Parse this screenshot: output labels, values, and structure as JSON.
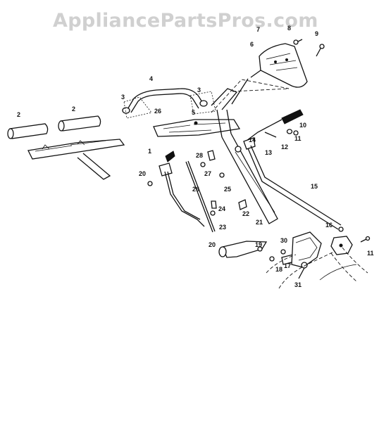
{
  "watermark": "AppliancePartsPros.com",
  "callouts": [
    {
      "id": "c2a",
      "text": "2"
    },
    {
      "id": "c2b",
      "text": "2"
    },
    {
      "id": "c3a",
      "text": "3"
    },
    {
      "id": "c3b",
      "text": "3"
    },
    {
      "id": "c4",
      "text": "4"
    },
    {
      "id": "c26a",
      "text": "26"
    },
    {
      "id": "c5",
      "text": "5"
    },
    {
      "id": "c7",
      "text": "7"
    },
    {
      "id": "c8",
      "text": "8"
    },
    {
      "id": "c9",
      "text": "9"
    },
    {
      "id": "c6",
      "text": "6"
    },
    {
      "id": "c10",
      "text": "10"
    },
    {
      "id": "c11a",
      "text": "11"
    },
    {
      "id": "c12",
      "text": "12"
    },
    {
      "id": "c13",
      "text": "13"
    },
    {
      "id": "c14",
      "text": "14"
    },
    {
      "id": "c1",
      "text": "1"
    },
    {
      "id": "c28",
      "text": "28"
    },
    {
      "id": "c20a",
      "text": "20"
    },
    {
      "id": "c27",
      "text": "27"
    },
    {
      "id": "c26b",
      "text": "26"
    },
    {
      "id": "c25",
      "text": "25"
    },
    {
      "id": "c24",
      "text": "24"
    },
    {
      "id": "c22",
      "text": "22"
    },
    {
      "id": "c23",
      "text": "23"
    },
    {
      "id": "c21",
      "text": "21"
    },
    {
      "id": "c15",
      "text": "15"
    },
    {
      "id": "c16",
      "text": "16"
    },
    {
      "id": "c20b",
      "text": "20"
    },
    {
      "id": "c19",
      "text": "19"
    },
    {
      "id": "c30",
      "text": "30"
    },
    {
      "id": "c17",
      "text": "17"
    },
    {
      "id": "c18",
      "text": "18"
    },
    {
      "id": "c31",
      "text": "31"
    },
    {
      "id": "c11b",
      "text": "11"
    }
  ]
}
